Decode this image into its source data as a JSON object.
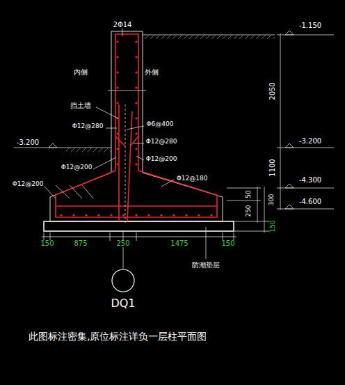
{
  "diagram": {
    "caption": "此图标注密集,原位标注详负一层柱平面图",
    "nodes": [
      {
        "text": [
          "DQ1"
        ]
      }
    ],
    "labels": [
      "2Φ14",
      "内侧",
      "外侧",
      "挡土墙",
      "Φ12@280",
      "Φ6@400",
      "-3.200",
      "Φ12@280",
      "Φ12@200",
      "Φ12@200",
      "Φ12@180",
      "Φ12@200",
      "-1.150",
      "2050",
      "-3.200",
      "1100",
      "-4.300",
      "50",
      "-4.600",
      "250",
      "300",
      "150",
      "150",
      "875",
      "250",
      "1475",
      "150",
      "防潮垫层"
    ]
  }
}
